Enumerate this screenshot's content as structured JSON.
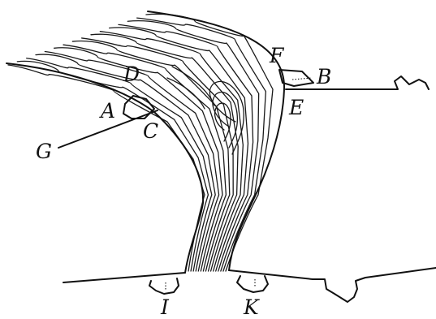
{
  "labels": {
    "A": "A",
    "B": "B",
    "C": "C",
    "D": "D",
    "E": "E",
    "F": "F",
    "G": "G",
    "I": "I",
    "K": "K"
  }
}
